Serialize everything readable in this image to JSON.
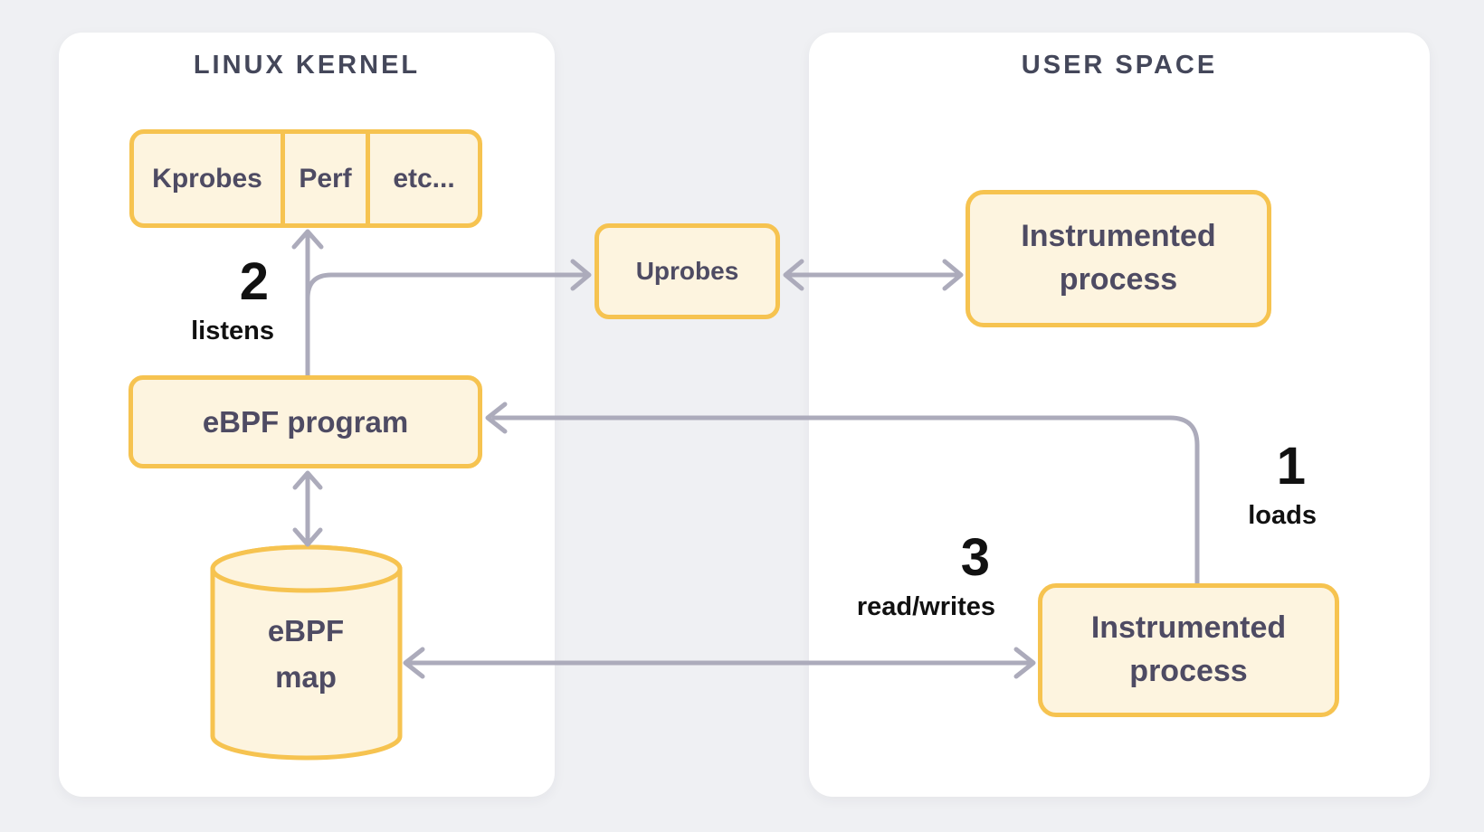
{
  "colors": {
    "bg": "#eff0f3",
    "panel": "#ffffff",
    "box-fill": "#fdf4df",
    "box-border": "#f6c350",
    "arrow": "#acabbb",
    "box-text": "#4e4b63",
    "title-text": "#44475a",
    "label-text": "#111111"
  },
  "kernel": {
    "title": "LINUX KERNEL",
    "probes": [
      "Kprobes",
      "Perf",
      "etc..."
    ],
    "ebpf_program": "eBPF program",
    "ebpf_map": "eBPF map"
  },
  "user_space": {
    "title": "USER SPACE",
    "instrumented_top": "Instrumented process",
    "instrumented_bottom": "Instrumented process"
  },
  "bridge": {
    "uprobes": "Uprobes"
  },
  "steps": {
    "loads": {
      "number": "1",
      "caption": "loads"
    },
    "listens": {
      "number": "2",
      "caption": "listens"
    },
    "read_writes": {
      "number": "3",
      "caption": "read/writes"
    }
  }
}
